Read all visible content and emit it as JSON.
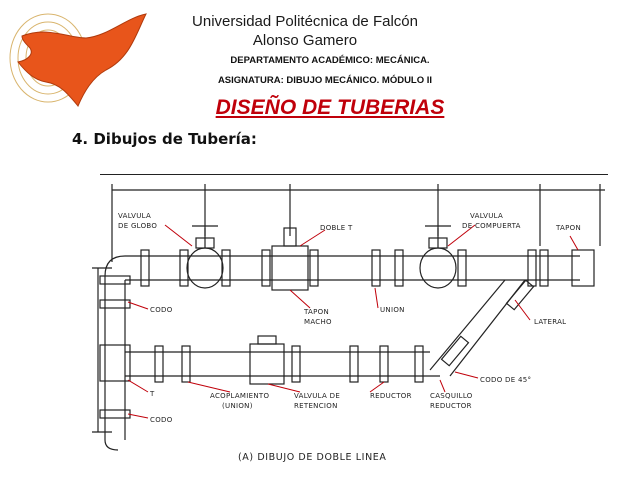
{
  "header": {
    "university": "Universidad Politécnica de Falcón",
    "campus": "Alonso Gamero",
    "department": "DEPARTAMENTO ACADÉMICO: MECÁNICA.",
    "subject": "ASIGNATURA: DIBUJO MECÁNICO. MÓDULO II"
  },
  "title": "DISEÑO DE TUBERIAS",
  "section": "4. Dibujos de Tubería:",
  "colors": {
    "title": "#c0000a",
    "logo_fill": "#e8551b"
  },
  "drawing": {
    "labels": {
      "valvula_globo_1": "VALVULA",
      "valvula_globo_2": "DE GLOBO",
      "doble_t": "DOBLE T",
      "valvula_compuerta_1": "VALVULA",
      "valvula_compuerta_2": "DE COMPUERTA",
      "tapon": "TAPON",
      "codo_top": "CODO",
      "tapon_macho_1": "TAPON",
      "tapon_macho_2": "MACHO",
      "union": "UNION",
      "lateral": "LATERAL",
      "codo_45": "CODO DE 45°",
      "t": "T",
      "acoplamiento_1": "ACOPLAMIENTO",
      "acoplamiento_2": "(UNION)",
      "valvula_retencion_1": "VALVULA DE",
      "valvula_retencion_2": "RETENCION",
      "reductor": "REDUCTOR",
      "casquillo_1": "CASQUILLO",
      "casquillo_2": "REDUCTOR",
      "codo_bottom": "CODO"
    },
    "caption": "(A) DIBUJO DE DOBLE LINEA"
  }
}
